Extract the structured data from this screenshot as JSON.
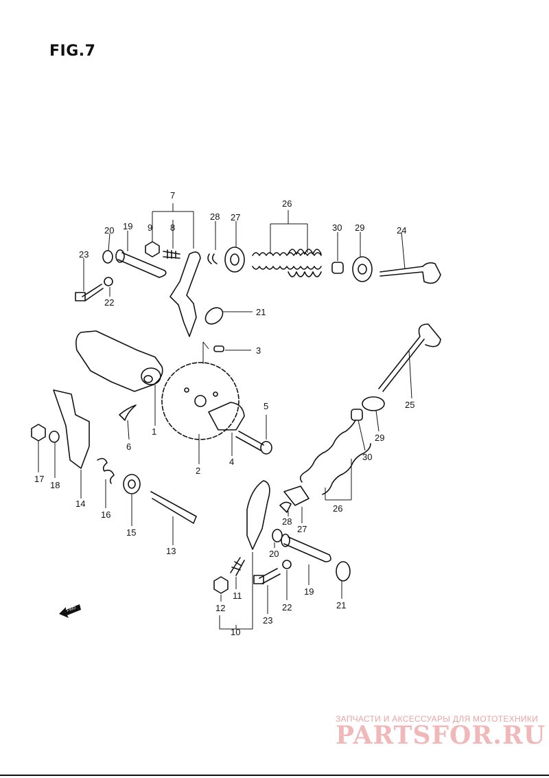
{
  "figure_title": "FIG.7",
  "callouts": [
    {
      "id": "c1",
      "text": "1"
    },
    {
      "id": "c2",
      "text": "2"
    },
    {
      "id": "c3",
      "text": "3"
    },
    {
      "id": "c4",
      "text": "4"
    },
    {
      "id": "c5",
      "text": "5"
    },
    {
      "id": "c6",
      "text": "6"
    },
    {
      "id": "c7",
      "text": "7"
    },
    {
      "id": "c8",
      "text": "8"
    },
    {
      "id": "c9",
      "text": "9"
    },
    {
      "id": "c10",
      "text": "10"
    },
    {
      "id": "c11",
      "text": "11"
    },
    {
      "id": "c12",
      "text": "12"
    },
    {
      "id": "c13",
      "text": "13"
    },
    {
      "id": "c14",
      "text": "14"
    },
    {
      "id": "c15",
      "text": "15"
    },
    {
      "id": "c16",
      "text": "16"
    },
    {
      "id": "c17",
      "text": "17"
    },
    {
      "id": "c18",
      "text": "18"
    },
    {
      "id": "c19a",
      "text": "19"
    },
    {
      "id": "c19b",
      "text": "19"
    },
    {
      "id": "c20a",
      "text": "20"
    },
    {
      "id": "c20b",
      "text": "20"
    },
    {
      "id": "c21a",
      "text": "21"
    },
    {
      "id": "c21b",
      "text": "21"
    },
    {
      "id": "c22a",
      "text": "22"
    },
    {
      "id": "c22b",
      "text": "22"
    },
    {
      "id": "c23a",
      "text": "23"
    },
    {
      "id": "c23b",
      "text": "23"
    },
    {
      "id": "c24",
      "text": "24"
    },
    {
      "id": "c25",
      "text": "25"
    },
    {
      "id": "c26a",
      "text": "26"
    },
    {
      "id": "c26b",
      "text": "26"
    },
    {
      "id": "c27a",
      "text": "27"
    },
    {
      "id": "c27b",
      "text": "27"
    },
    {
      "id": "c28a",
      "text": "28"
    },
    {
      "id": "c28b",
      "text": "28"
    },
    {
      "id": "c29a",
      "text": "29"
    },
    {
      "id": "c29b",
      "text": "29"
    },
    {
      "id": "c30a",
      "text": "30"
    },
    {
      "id": "c30b",
      "text": "30"
    }
  ],
  "fwd_arrow_text": "FWD",
  "watermark": {
    "subtitle": "ЗАПЧАСТИ И АКСЕССУАРЫ ДЛЯ МОТОТЕХНИКИ",
    "brand": "PARTSFOR.RU"
  },
  "colors": {
    "line": "#111111",
    "background": "#ffffff",
    "watermark": "#f0b8b8"
  }
}
